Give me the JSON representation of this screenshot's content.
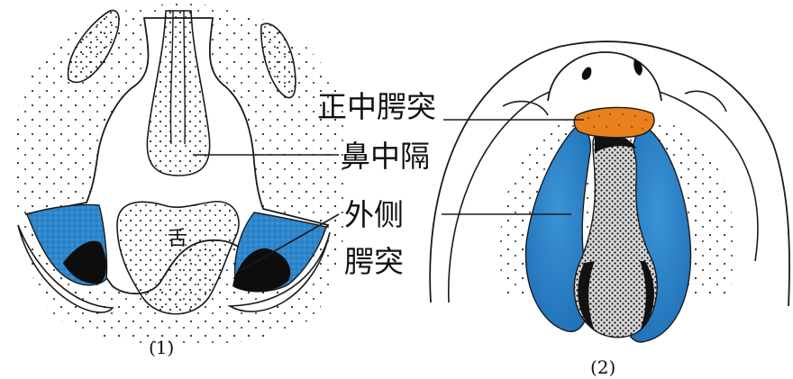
{
  "labels": {
    "median_palatine_process": "正中腭突",
    "nasal_septum": "鼻中隔",
    "lateral_palatine_process_line1": "外侧",
    "lateral_palatine_process_line2": "腭突",
    "tongue": "舌"
  },
  "captions": {
    "panel_1": "(1)",
    "panel_2": "(2)"
  },
  "colors": {
    "lateral_process_blue": "#2e86cc",
    "median_process_orange": "#e8801c",
    "outline": "#1a1a1a",
    "stipple": "#2a2a2a"
  }
}
